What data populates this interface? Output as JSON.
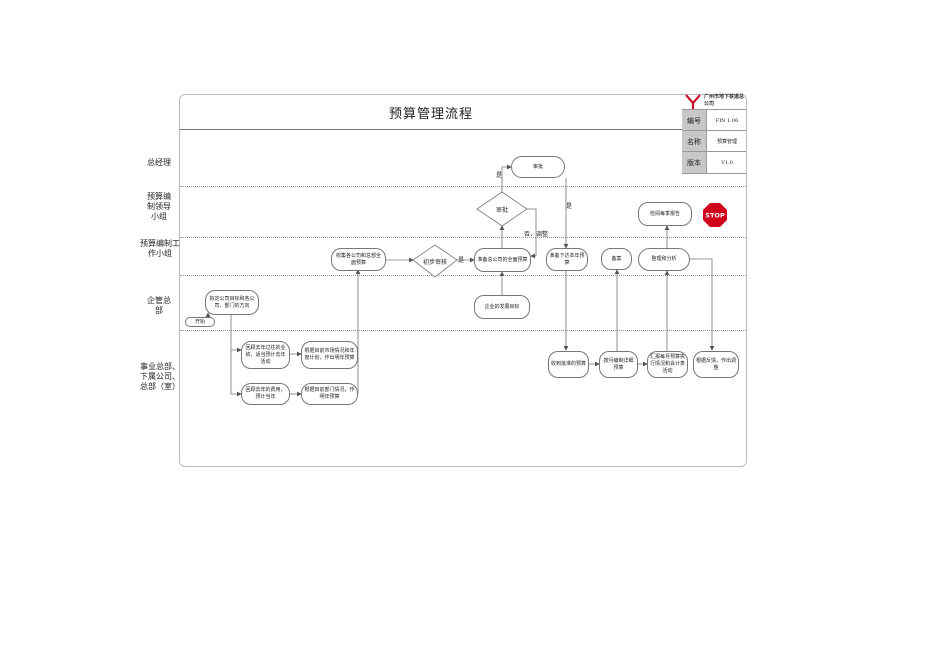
{
  "title": "预算管理流程",
  "info": {
    "logo_text": "广州市地下铁道总公司",
    "rows": [
      {
        "key": "编号",
        "value": "FIN 1.06"
      },
      {
        "key": "名称",
        "value": "预算管理"
      },
      {
        "key": "版本",
        "value": "V1.0"
      }
    ]
  },
  "stop_label": "STOP",
  "lanes": [
    {
      "label": "总经理"
    },
    {
      "label": "预算编制领导小组"
    },
    {
      "label": "预算编制工作小组"
    },
    {
      "label": "企管总部"
    },
    {
      "label": "事业总部、下属公司、总部（室）"
    }
  ],
  "nodes": {
    "approve_top": "审批",
    "approve_diamond": "审批",
    "collect": "收集各公司和总部全面预算",
    "prelim_review": "初步审核",
    "prepare_overall": "准备总公司的全面预算",
    "prepare_issue": "准备下达本年预算",
    "record": "备案",
    "organize_analysis": "整理和分析",
    "check_report": "检阅每季报告",
    "dev_target": "企业的发展目标",
    "set_targets": "拟定公司目标和各公司、部门的方向",
    "start": "开始",
    "review_last_year": "回顾去年过往的业绩，适当预计去年活动",
    "plan_by_market": "根据目前市场情况和年度计划，作出明年预算",
    "review_cost": "回顾去年的费用，预计当年",
    "plan_by_dept": "根据目前部门情况，作明年预算",
    "receive_budget": "收到批准的预算",
    "monthly_detail": "按月编制详细预算",
    "summary_monthly": "汇报每月预算执行情况和会计表活动",
    "feedback": "根据反馈，作出调整"
  },
  "edge_labels": {
    "yes_top": "是",
    "yes_right": "是",
    "yes_prelim": "是",
    "no_adjust": "否，调整"
  }
}
